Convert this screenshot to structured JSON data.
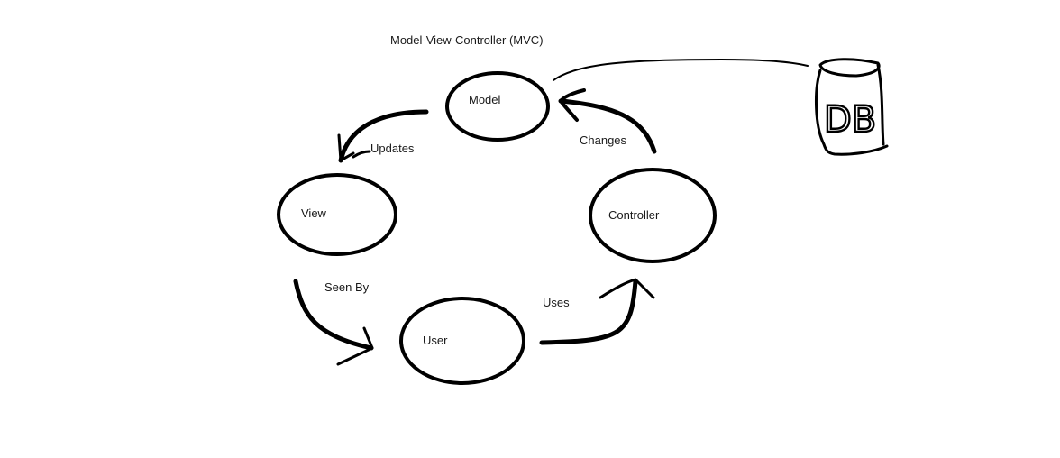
{
  "diagram": {
    "title": "Model-View-Controller (MVC)",
    "nodes": {
      "model": "Model",
      "view": "View",
      "controller": "Controller",
      "user": "User",
      "db": "DB"
    },
    "edges": {
      "updates": "Updates",
      "changes": "Changes",
      "seen_by": "Seen By",
      "uses": "Uses"
    }
  }
}
